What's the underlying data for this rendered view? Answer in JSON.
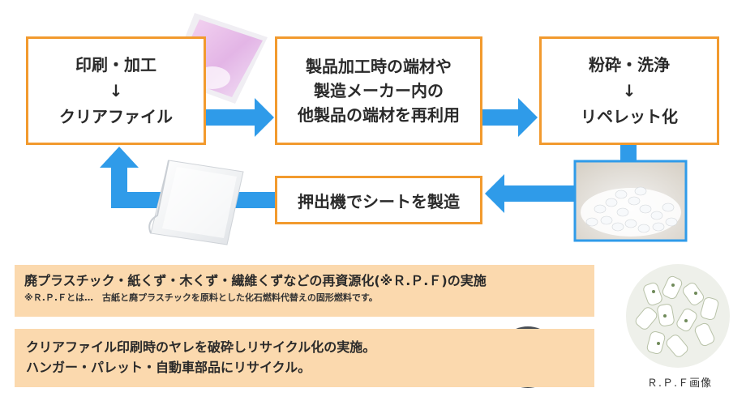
{
  "flow": {
    "step1": {
      "line1": "印刷・加工",
      "arrow": "↓",
      "line2": "クリアファイル"
    },
    "step2": {
      "line1": "製品加工時の端材や",
      "line2": "製造メーカー内の",
      "line3": "他製品の端材を再利用"
    },
    "step3": {
      "line1": "粉砕・洗浄",
      "arrow": "↓",
      "line2": "リペレット化"
    },
    "step4": {
      "label": "押出機でシートを製造"
    }
  },
  "panels": {
    "rpf": {
      "main": "廃プラスチック・紙くず・木くず・繊維くずなどの再資源化(※Ｒ.Ｐ.Ｆ)の実施",
      "note": "※Ｒ.Ｐ.Ｆとは…　古紙と廃プラスチックを原料とした化石燃料代替えの固形燃料です。"
    },
    "recycle": {
      "line1": "クリアファイル印刷時のヤレを破砕しリサイクル化の実施。",
      "line2": "ハンガー・パレット・自動車部品にリサイクル。"
    }
  },
  "rpf_caption": "Ｒ.Ｐ.Ｆ画像",
  "colors": {
    "box_border": "#f29a2e",
    "arrow": "#2f9be9",
    "panel_bg": "#fbd9ae"
  }
}
